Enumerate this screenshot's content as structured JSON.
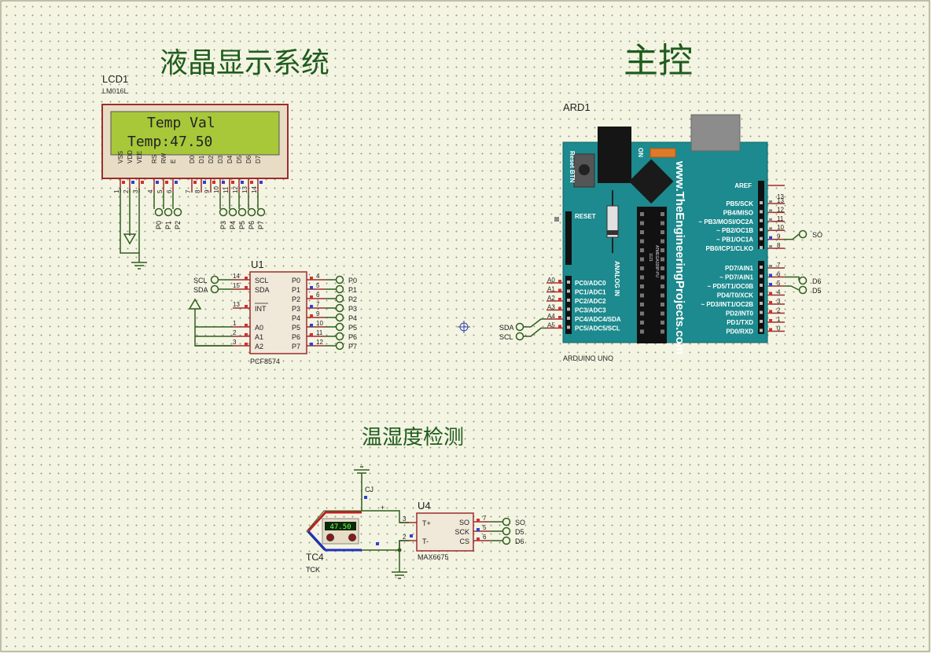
{
  "titles": {
    "lcd_system": "液晶显示系统",
    "controller": "主控",
    "sensor": "温湿度检测"
  },
  "lcd": {
    "ref": "LCD1",
    "model": "LM016L",
    "line1": "Temp Val",
    "line2": "Temp:47.50",
    "pins": [
      "VSS",
      "VDD",
      "VEE",
      "RS",
      "RW",
      "E",
      "D0",
      "D1",
      "D2",
      "D3",
      "D4",
      "D5",
      "D6",
      "D7"
    ],
    "pin_nums": [
      "1",
      "2",
      "3",
      "4",
      "5",
      "6",
      "7",
      "8",
      "9",
      "10",
      "11",
      "12",
      "13",
      "14"
    ],
    "term_left": [
      "P0",
      "P1",
      "P2"
    ],
    "term_right": [
      "P3",
      "P4",
      "P5",
      "P6",
      "P7"
    ]
  },
  "u1": {
    "ref": "U1",
    "model": "PCF8574",
    "left_pins": [
      "SCL",
      "SDA",
      "INT",
      "A0",
      "A1",
      "A2"
    ],
    "left_nums": [
      "14",
      "15",
      "13",
      "1",
      "2",
      "3"
    ],
    "left_nets": [
      "SCL",
      "SDA"
    ],
    "right_pins": [
      "P0",
      "P1",
      "P2",
      "P3",
      "P4",
      "P5",
      "P6",
      "P7"
    ],
    "right_nums": [
      "4",
      "5",
      "6",
      "7",
      "9",
      "10",
      "11",
      "12"
    ],
    "right_nets": [
      "P0",
      "P1",
      "P2",
      "P3",
      "P4",
      "P5",
      "P6",
      "P7"
    ]
  },
  "ard": {
    "ref": "ARD1",
    "model": "ARDUINO UNO",
    "reset_btn": "Reset BTN",
    "on": "ON",
    "reset": "RESET",
    "analog_in": "ANALOG IN",
    "website": "www.TheEngineeringProjects.com",
    "chip": "ATMEGA328P-PU",
    "chip_num": "1121",
    "analog_pins": [
      "PC0/ADC0",
      "PC1/ADC1",
      "PC2/ADC2",
      "PC3/ADC3",
      "PC4/ADC4/SDA",
      "PC5/ADC5/SCL"
    ],
    "analog_nums": [
      "A0",
      "A1",
      "A2",
      "A3",
      "A4",
      "A5"
    ],
    "analog_nets": [
      "SDA",
      "SCL"
    ],
    "aref": "AREF",
    "dig_top": [
      "PB5/SCK",
      "PB4/MISO",
      "~ PB3/MOSI/OC2A",
      "~ PB2/OC1B",
      "~ PB1/OC1A",
      "PB0/ICP1/CLKO"
    ],
    "dig_top_nums": [
      "13",
      "12",
      "11",
      "10",
      "9",
      "8"
    ],
    "dig_bot": [
      "PD7/AIN1",
      "~ PD7/AIN1",
      "~ PD5/T1/OC0B",
      "PD4/T0/XCK",
      "~ PD3/INT1/OC2B",
      "PD2/INT0",
      "PD1/TXD",
      "PD0/RXD"
    ],
    "dig_bot_nums": [
      "7",
      "6",
      "5",
      "4",
      "3",
      "2",
      "1",
      "0"
    ],
    "nets": [
      "SO",
      "D6",
      "D5"
    ]
  },
  "u4": {
    "ref": "U4",
    "model": "MAX6675",
    "left_pins": [
      "T+",
      "T-"
    ],
    "left_nums": [
      "3",
      "2"
    ],
    "right_pins": [
      "SO",
      "SCK",
      "CS"
    ],
    "right_nums": [
      "7",
      "5",
      "6"
    ],
    "nets": [
      "SO",
      "D5",
      "D6"
    ],
    "cj": "CJ",
    "plus": "+"
  },
  "tc": {
    "ref": "TC4",
    "model": "TCK",
    "value": "47.50"
  },
  "colors": {
    "title": "#1e5c1e",
    "wire": "#2e5e1e",
    "part_body": "#f0e8d8",
    "part_border": "#9b2d2d",
    "lcd_screen": "#a8c83a",
    "arduino": "#1c8a8e",
    "pin_red": "#d03030",
    "pin_blue": "#3040d0"
  }
}
